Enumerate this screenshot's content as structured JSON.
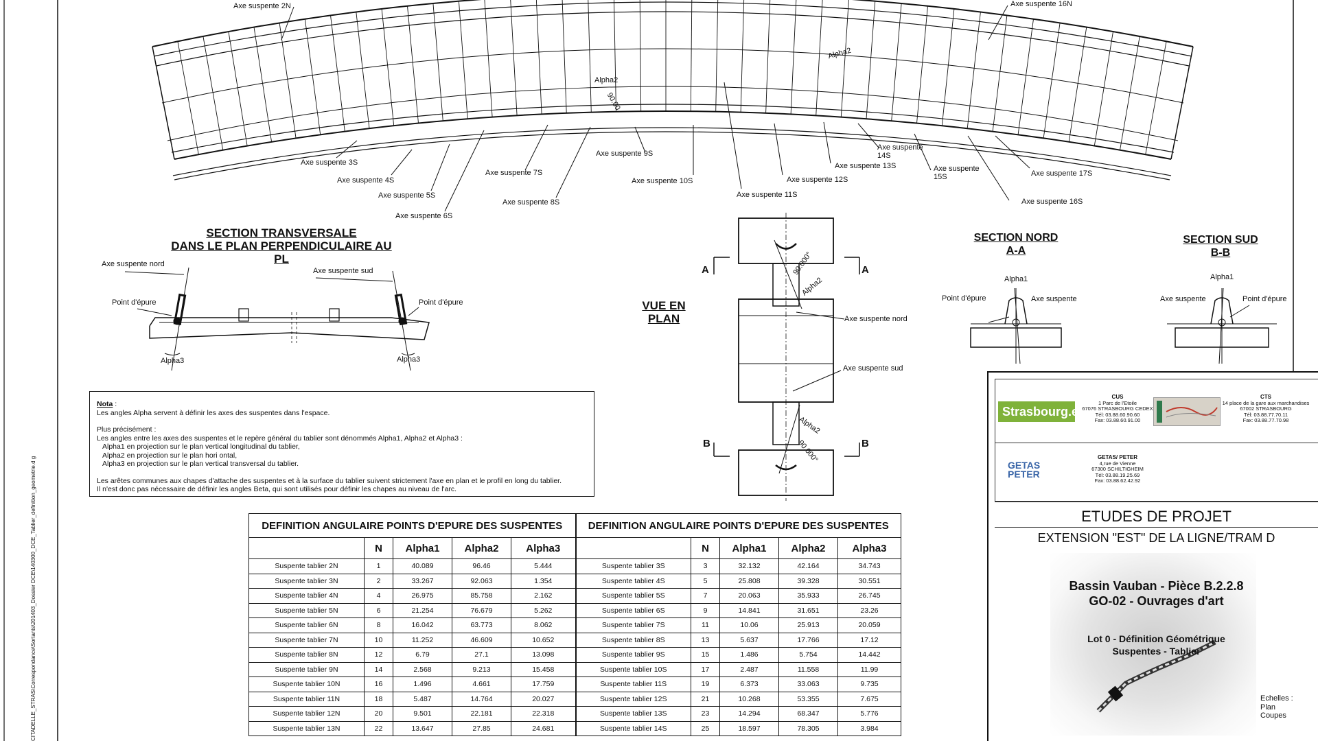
{
  "side_path": "CITADELLE_STRAS\\Correspondance\\Sortants\\201403_Dossier DCE\\140300_DCE_Tablier_definition_geometrie.d g",
  "plan": {
    "north_labels": [
      "Axe suspente 2N",
      "Axe suspente 16N"
    ],
    "south_labels": [
      "Axe suspente 3S",
      "Axe suspente 4S",
      "Axe suspente 5S",
      "Axe suspente 6S",
      "Axe suspente 7S",
      "Axe suspente 8S",
      "Axe suspente 9S",
      "Axe suspente 10S",
      "Axe suspente 11S",
      "Axe suspente 12S",
      "Axe suspente 13S",
      "Axe suspente 14S",
      "Axe suspente 15S",
      "Axe suspente 16S",
      "Axe suspente 17S"
    ],
    "alpha2": "Alpha2",
    "angle_90": "90.00"
  },
  "section_transversale": {
    "title_line1": "SECTION TRANSVERSALE",
    "title_line2": "DANS LE PLAN PERPENDICULAIRE AU PL",
    "axe_nord": "Axe suspente nord",
    "axe_sud": "Axe suspente sud",
    "point_epure": "Point d'épure",
    "alpha3": "Alpha3"
  },
  "vue_en_plan": {
    "title": "VUE EN PLAN",
    "label_a": "A",
    "label_b": "B",
    "axe_nord": "Axe suspente nord",
    "axe_sud": "Axe suspente sud",
    "alpha2": "Alpha2",
    "angle": "90.000°"
  },
  "section_nord": {
    "title_line1": "SECTION NORD",
    "title_line2": "A-A",
    "alpha1": "Alpha1",
    "point_epure": "Point d'épure",
    "axe": "Axe suspente"
  },
  "section_sud": {
    "title_line1": "SECTION SUD",
    "title_line2": "B-B",
    "alpha1": "Alpha1",
    "point_epure": "Point d'épure",
    "axe": "Axe suspente"
  },
  "nota": {
    "heading": "Nota",
    "line1": "Les angles Alpha servent à définir les axes des suspentes dans l'espace.",
    "line2": "Plus précisément :",
    "line3": "Les angles entre les axes des suspentes et le repère général du tablier sont dénommés Alpha1, Alpha2 et Alpha3 :",
    "line4": "Alpha1 en projection sur le plan vertical longitudinal du tablier,",
    "line5": "Alpha2 en projection sur le plan hori ontal,",
    "line6": "Alpha3 en projection sur le plan vertical transversal du tablier.",
    "line7": "Les arêtes communes aux chapes d'attache des suspentes et à la surface du tablier suivent strictement l'axe en plan et le profil en long du tablier.",
    "line8": "Il n'est donc pas nécessaire de définir les angles Beta, qui sont utilisés pour définir les chapes au niveau de l'arc."
  },
  "table": {
    "header": "DEFINITION ANGULAIRE POINTS D'EPURE DES SUSPENTES",
    "col_n": "N",
    "col_a1": "Alpha1",
    "col_a2": "Alpha2",
    "col_a3": "Alpha3",
    "rows_left": [
      {
        "name": "Suspente tablier 2N",
        "n": "1",
        "a1": "40.089",
        "a2": "96.46",
        "a3": "5.444"
      },
      {
        "name": "Suspente tablier 3N",
        "n": "2",
        "a1": "33.267",
        "a2": "92.063",
        "a3": "1.354"
      },
      {
        "name": "Suspente tablier 4N",
        "n": "4",
        "a1": "26.975",
        "a2": "85.758",
        "a3": "2.162"
      },
      {
        "name": "Suspente tablier 5N",
        "n": "6",
        "a1": "21.254",
        "a2": "76.679",
        "a3": "5.262"
      },
      {
        "name": "Suspente tablier 6N",
        "n": "8",
        "a1": "16.042",
        "a2": "63.773",
        "a3": "8.062"
      },
      {
        "name": "Suspente tablier 7N",
        "n": "10",
        "a1": "11.252",
        "a2": "46.609",
        "a3": "10.652"
      },
      {
        "name": "Suspente tablier 8N",
        "n": "12",
        "a1": "6.79",
        "a2": "27.1",
        "a3": "13.098"
      },
      {
        "name": "Suspente tablier 9N",
        "n": "14",
        "a1": "2.568",
        "a2": "9.213",
        "a3": "15.458"
      },
      {
        "name": "Suspente tablier 10N",
        "n": "16",
        "a1": "1.496",
        "a2": "4.661",
        "a3": "17.759"
      },
      {
        "name": "Suspente tablier 11N",
        "n": "18",
        "a1": "5.487",
        "a2": "14.764",
        "a3": "20.027"
      },
      {
        "name": "Suspente tablier 12N",
        "n": "20",
        "a1": "9.501",
        "a2": "22.181",
        "a3": "22.318"
      },
      {
        "name": "Suspente tablier 13N",
        "n": "22",
        "a1": "13.647",
        "a2": "27.85",
        "a3": "24.681"
      }
    ],
    "rows_right": [
      {
        "name": "Suspente tablier 3S",
        "n": "3",
        "a1": "32.132",
        "a2": "42.164",
        "a3": "34.743"
      },
      {
        "name": "Suspente tablier 4S",
        "n": "5",
        "a1": "25.808",
        "a2": "39.328",
        "a3": "30.551"
      },
      {
        "name": "Suspente tablier 5S",
        "n": "7",
        "a1": "20.063",
        "a2": "35.933",
        "a3": "26.745"
      },
      {
        "name": "Suspente tablier 6S",
        "n": "9",
        "a1": "14.841",
        "a2": "31.651",
        "a3": "23.26"
      },
      {
        "name": "Suspente tablier 7S",
        "n": "11",
        "a1": "10.06",
        "a2": "25.913",
        "a3": "20.059"
      },
      {
        "name": "Suspente tablier 8S",
        "n": "13",
        "a1": "5.637",
        "a2": "17.766",
        "a3": "17.12"
      },
      {
        "name": "Suspente tablier 9S",
        "n": "15",
        "a1": "1.486",
        "a2": "5.754",
        "a3": "14.442"
      },
      {
        "name": "Suspente tablier 10S",
        "n": "17",
        "a1": "2.487",
        "a2": "11.558",
        "a3": "11.99"
      },
      {
        "name": "Suspente tablier 11S",
        "n": "19",
        "a1": "6.373",
        "a2": "33.063",
        "a3": "9.735"
      },
      {
        "name": "Suspente tablier 12S",
        "n": "21",
        "a1": "10.268",
        "a2": "53.355",
        "a3": "7.675"
      },
      {
        "name": "Suspente tablier 13S",
        "n": "23",
        "a1": "14.294",
        "a2": "68.347",
        "a3": "5.776"
      },
      {
        "name": "Suspente tablier 14S",
        "n": "25",
        "a1": "18.597",
        "a2": "78.305",
        "a3": "3.984"
      }
    ]
  },
  "title_block": {
    "cus_title": "CUS",
    "cus_l1": "1 Parc de l'Etoile",
    "cus_l2": "67076 STRASBOURG CEDEX",
    "cus_l3": "Tél: 03.88.60.90.60",
    "cus_l4": "Fax: 03.88.60.91.00",
    "cts_title": "CTS",
    "cts_l1": "14 place de la gare aux marchandises",
    "cts_l2": "67002 STRASBOURG",
    "cts_l3": "Tél: 03.88.77.70.11",
    "cts_l4": "Fax: 03.88.77.70.98",
    "getas_title": "GETAS/ PETER",
    "getas_l1": "4,rue de Vienne",
    "getas_l2": "67300 SCHILTIGHEIM",
    "getas_l3": "Tél: 03.88.19.25.69",
    "getas_l4": "Fax: 03.88.62.42.92",
    "logo_strasbourg": "Strasbourg.eu",
    "logo_getas_1": "GETAS",
    "logo_getas_2": "PETER",
    "etudes": "ETUDES DE PROJET",
    "extension": "EXTENSION \"EST\" DE LA LIGNE/TRAM D",
    "piece_l1": "Bassin Vauban - Pièce B.2.2.8",
    "piece_l2": "GO-02 - Ouvrages d'art",
    "lot_l1": "Lot 0 - Définition Géométrique",
    "lot_l2": "Suspentes - Tablier",
    "echelles": "Echelles :",
    "plan": "Plan",
    "coupes": "Coupes"
  }
}
